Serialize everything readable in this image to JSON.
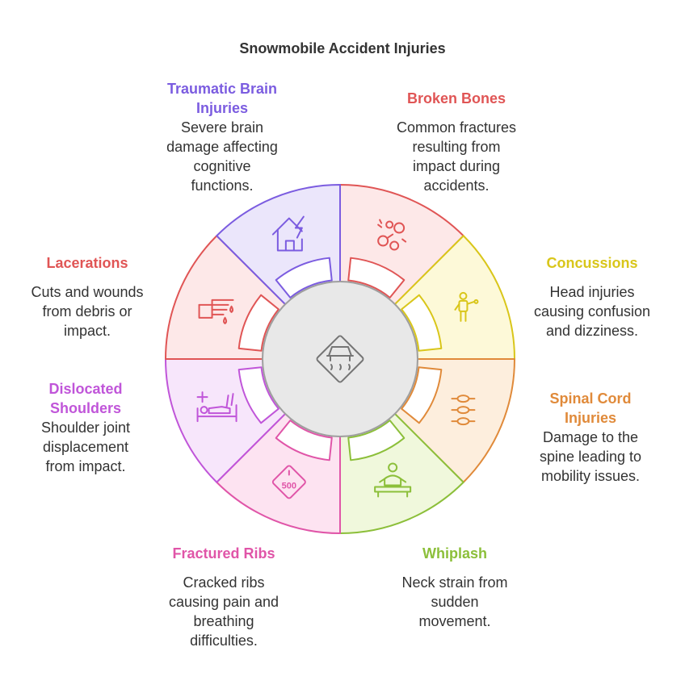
{
  "title": "Snowmobile Accident Injuries",
  "center_icon": "snowmobile-road-sign-icon",
  "segments": [
    {
      "key": "broken-bones",
      "title": "Broken Bones",
      "desc": [
        "Common fractures",
        "resulting from",
        "impact during",
        "accidents."
      ],
      "color": "#e05555",
      "fill": "#fde8e8",
      "icon": "fracture-icon"
    },
    {
      "key": "concussions",
      "title": "Concussions",
      "desc": [
        "Head injuries",
        "causing confusion",
        "and dizziness."
      ],
      "color": "#d9c61a",
      "fill": "#fdf9d8",
      "icon": "injured-person-icon"
    },
    {
      "key": "spinal-cord-injuries",
      "title": "Spinal Cord Injuries",
      "title_lines": [
        "Spinal Cord",
        "Injuries"
      ],
      "desc": [
        "Damage to the",
        "spine leading to",
        "mobility issues."
      ],
      "color": "#e08a3a",
      "fill": "#fdeedd",
      "icon": "spine-icon"
    },
    {
      "key": "whiplash",
      "title": "Whiplash",
      "desc": [
        "Neck strain from",
        "sudden",
        "movement."
      ],
      "color": "#8cbf3a",
      "fill": "#f0f8dc",
      "icon": "massage-icon"
    },
    {
      "key": "fractured-ribs",
      "title": "Fractured Ribs",
      "desc": [
        "Cracked ribs",
        "causing pain and",
        "breathing",
        "difficulties."
      ],
      "color": "#e055a8",
      "fill": "#fde3f1",
      "icon": "warning-500-icon",
      "icon_text": "500"
    },
    {
      "key": "dislocated-shoulders",
      "title": "Dislocated Shoulders",
      "title_lines": [
        "Dislocated",
        "Shoulders"
      ],
      "desc": [
        "Shoulder joint",
        "displacement",
        "from impact."
      ],
      "color": "#c055d9",
      "fill": "#f7e6fb",
      "icon": "hospital-bed-icon"
    },
    {
      "key": "lacerations",
      "title": "Lacerations",
      "desc": [
        "Cuts and wounds",
        "from debris or",
        "impact."
      ],
      "color": "#e05555",
      "fill": "#fde8e8",
      "icon": "bleeding-finger-icon"
    },
    {
      "key": "traumatic-brain-injuries",
      "title": "Traumatic Brain Injuries",
      "title_lines": [
        "Traumatic Brain",
        "Injuries"
      ],
      "desc": [
        "Severe brain",
        "damage affecting",
        "cognitive",
        "functions."
      ],
      "color": "#7b5ce0",
      "fill": "#ebe6fb",
      "icon": "house-lightning-icon"
    }
  ]
}
